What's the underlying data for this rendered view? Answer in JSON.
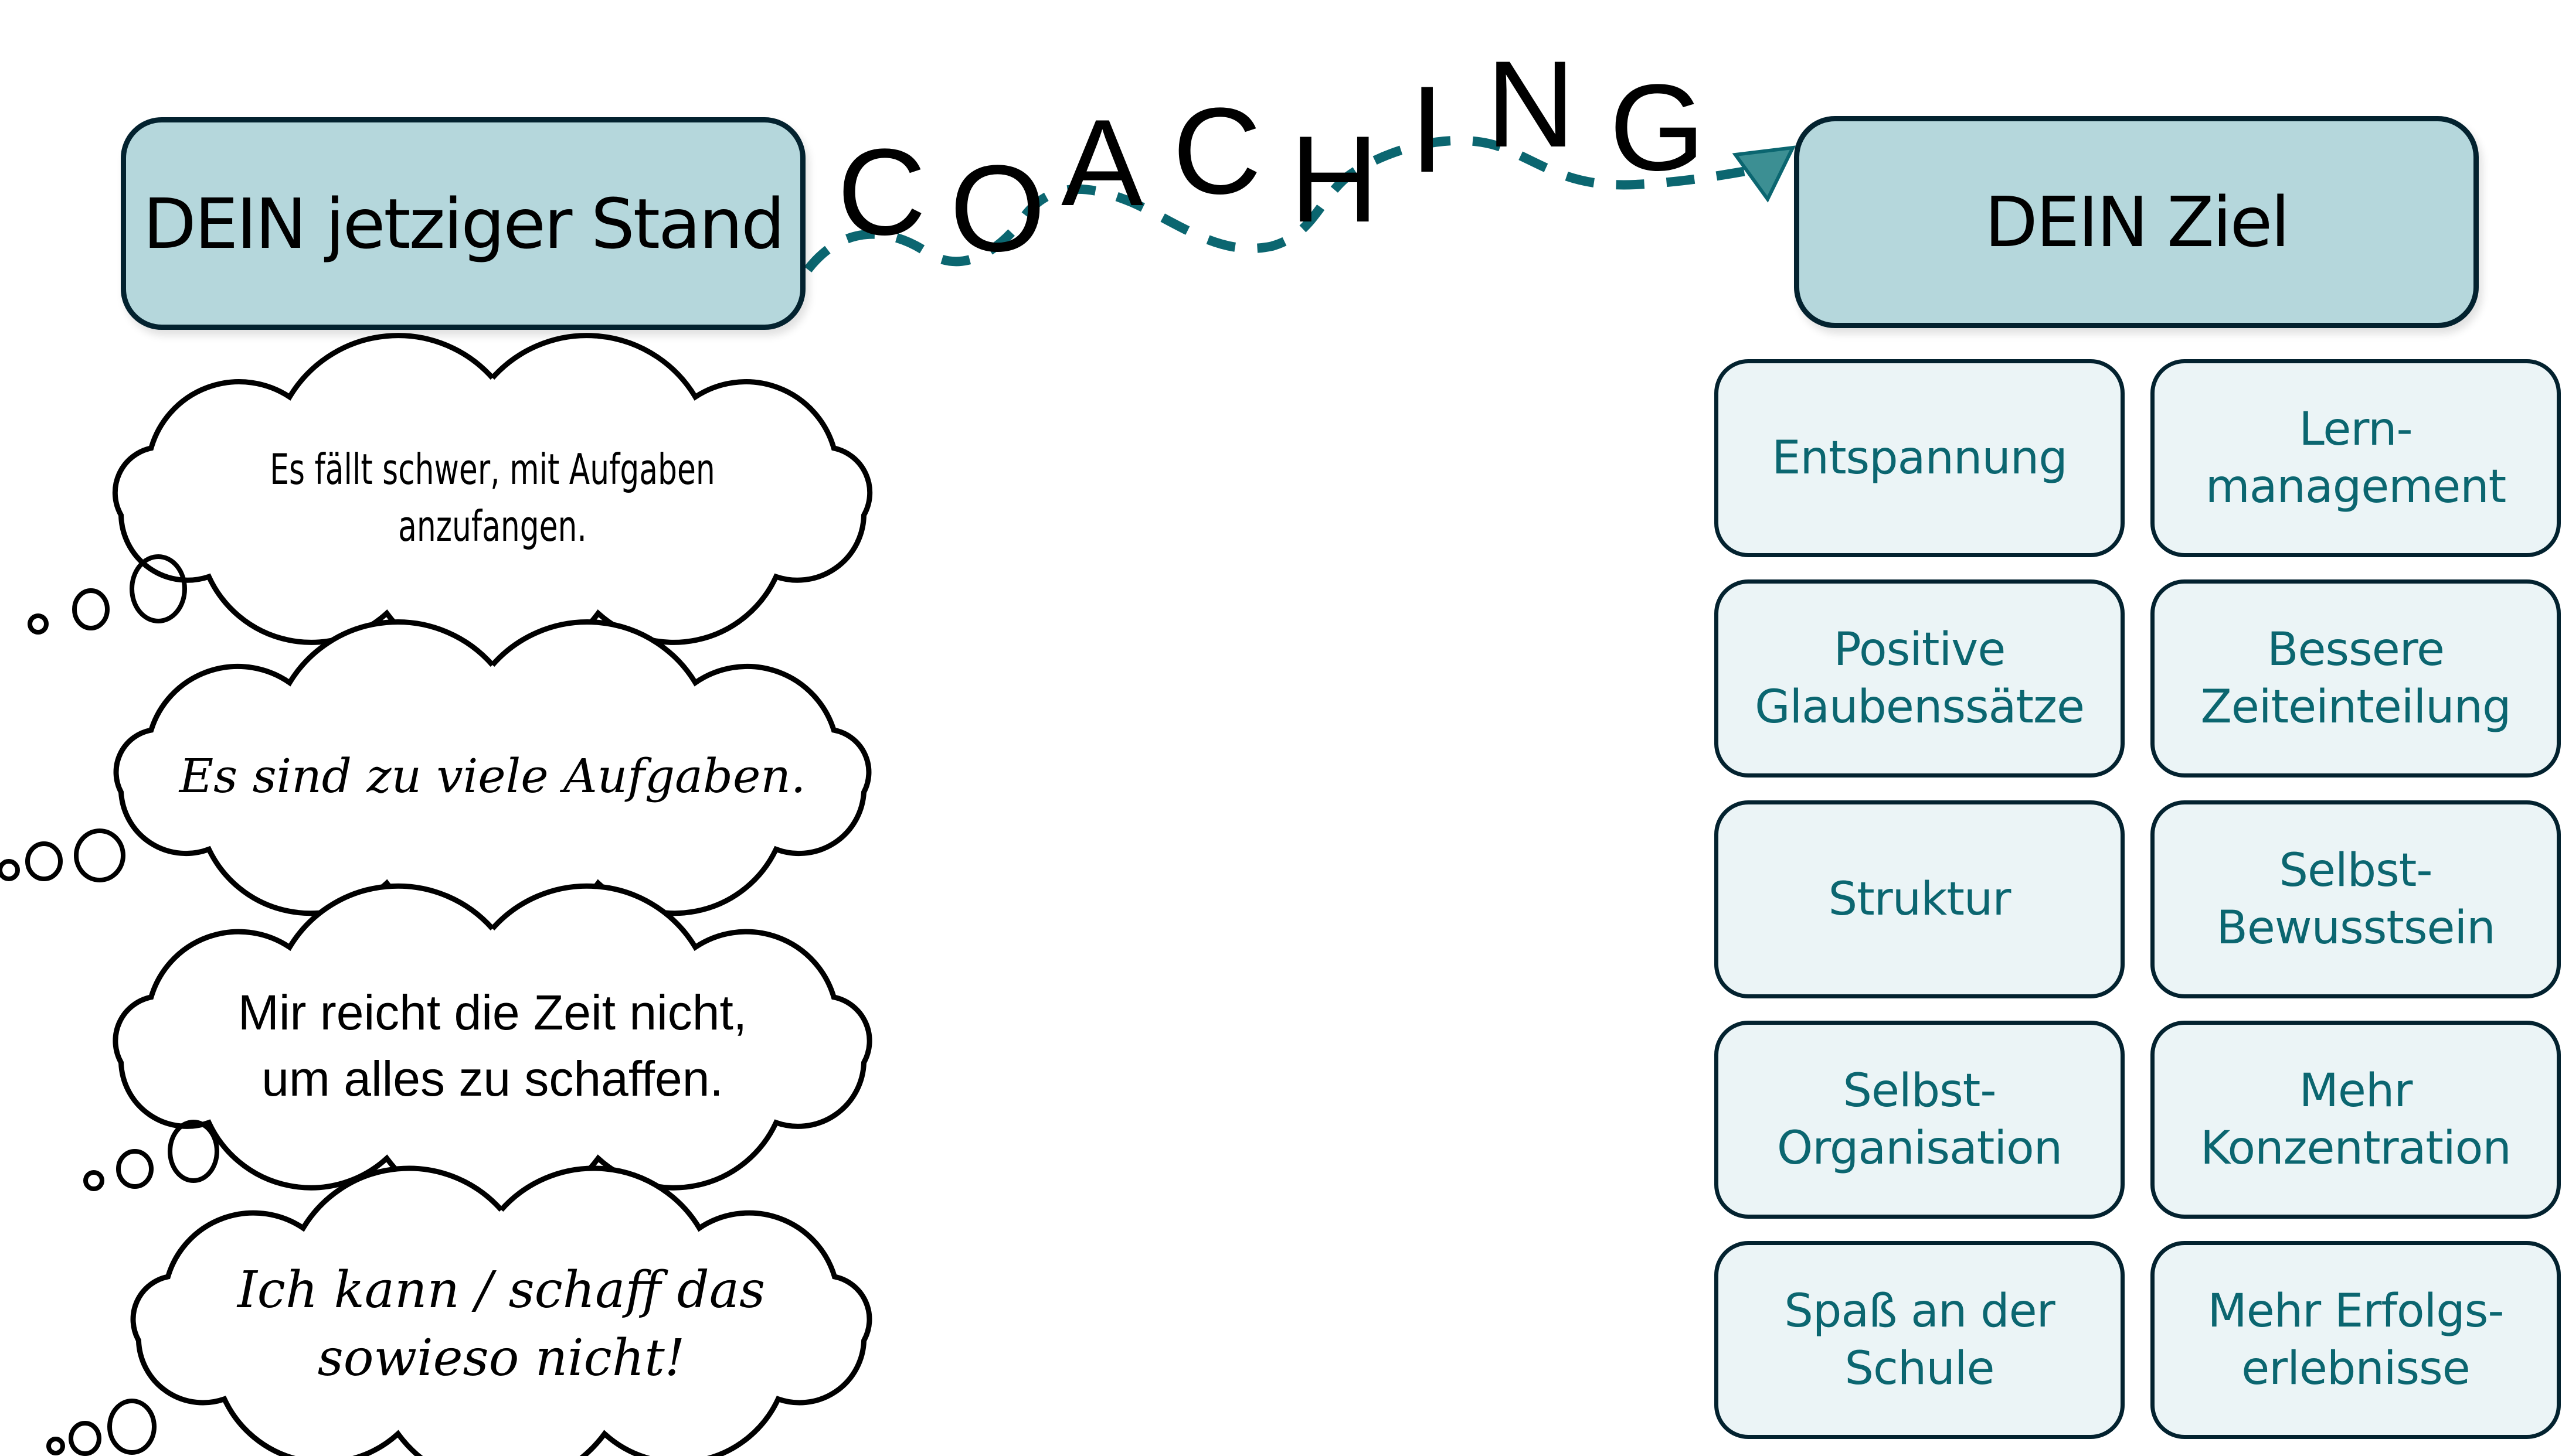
{
  "current_state": {
    "title": "DEIN jetziger Stand"
  },
  "goal": {
    "title": "DEIN Ziel"
  },
  "path_label": {
    "letters": [
      "C",
      "O",
      "A",
      "C",
      "H",
      "I",
      "N",
      "G"
    ],
    "word": "COACHING"
  },
  "thoughts": [
    {
      "line1": "Es fällt schwer, mit Aufgaben",
      "line2": "anzufangen."
    },
    {
      "line1": "Es sind zu viele Aufgaben.",
      "line2": ""
    },
    {
      "line1": "Mir reicht die Zeit nicht,",
      "line2": "um alles zu schaffen."
    },
    {
      "line1": "Ich kann / schaff das",
      "line2": "sowieso nicht!"
    }
  ],
  "goal_items": [
    {
      "line1": "Entspannung",
      "line2": ""
    },
    {
      "line1": "Lern-",
      "line2": "management"
    },
    {
      "line1": "Positive",
      "line2": "Glaubenssätze"
    },
    {
      "line1": "Bessere",
      "line2": "Zeiteinteilung"
    },
    {
      "line1": "Struktur",
      "line2": ""
    },
    {
      "line1": "Selbst-",
      "line2": "Bewusstsein"
    },
    {
      "line1": "Selbst-",
      "line2": "Organisation"
    },
    {
      "line1": "Mehr",
      "line2": "Konzentration"
    },
    {
      "line1": "Spaß an der",
      "line2": "Schule"
    },
    {
      "line1": "Mehr Erfolgs-",
      "line2": "erlebnisse"
    }
  ],
  "colors": {
    "box_fill": "#b5d7dc",
    "box_border": "#03222f",
    "goal_item_fill": "#ebf4f6",
    "goal_item_text": "#0b6670",
    "path_color": "#0b6670",
    "arrow_fill": "#3c8f93"
  }
}
